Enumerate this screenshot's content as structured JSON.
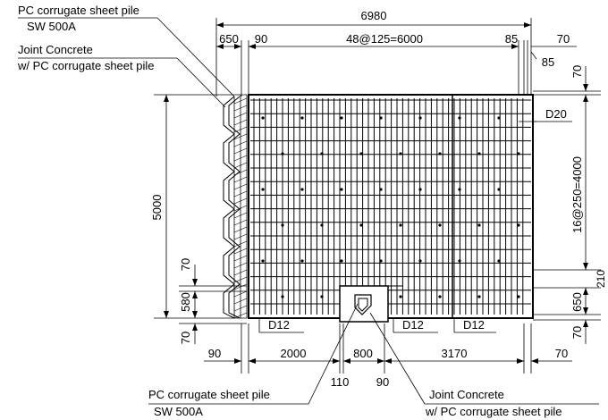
{
  "labels": {
    "top_left_title": "PC corrugate sheet pile",
    "top_left_sub": "SW 500A",
    "joint_title": "Joint Concrete",
    "joint_sub": "w/ PC corrugate sheet pile",
    "bottom_left_title": "PC corrugate sheet pile",
    "bottom_left_sub": "SW 500A",
    "bottom_right_title": "Joint Concrete",
    "bottom_right_sub": "w/ PC corrugate sheet pile"
  },
  "dimensions": {
    "total_width": "6980",
    "left_650": "650",
    "left_90": "90",
    "spacing": "48@125=6000",
    "right_85a": "85",
    "right_85b": "85",
    "right_70": "70",
    "right_70_v": "70",
    "right_16": "16@250=4000",
    "right_210": "210",
    "right_650": "650",
    "right_70_bottom": "70",
    "left_5000": "5000",
    "left_70_a": "70",
    "left_580": "580",
    "left_70_b": "70",
    "bottom_90": "90",
    "bottom_2000": "2000",
    "bottom_800": "800",
    "bottom_3170": "3170",
    "bottom_70": "70",
    "bottom_110": "110",
    "bottom_90b": "90"
  },
  "rebar": {
    "d20": "D20",
    "d12_left": "D12",
    "d12_mid": "D12",
    "d12_right": "D12"
  }
}
